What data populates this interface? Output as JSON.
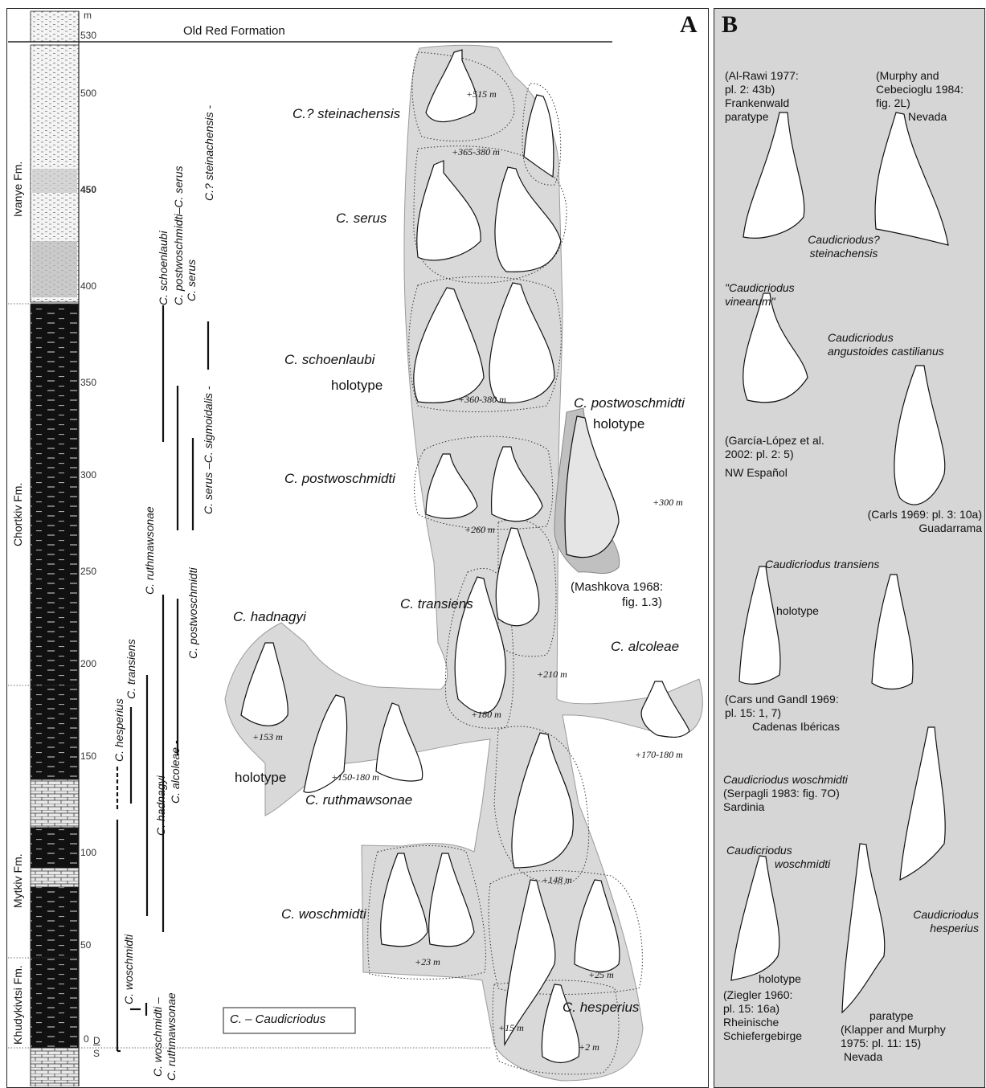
{
  "panels": {
    "a_letter": "A",
    "b_letter": "B"
  },
  "column": {
    "unit": "m",
    "ticks": [
      "530",
      "500",
      "450",
      "400",
      "350",
      "300",
      "250",
      "200",
      "150",
      "100",
      "50",
      "0"
    ],
    "boundary_upper": "D",
    "boundary_lower": "S",
    "top_unit": "Old Red Formation",
    "formations": [
      "Ivanye Fm.",
      "Chortkiv Fm.",
      "Mytkiv Fm.",
      "Khudykivtsi Fm."
    ]
  },
  "ranges": {
    "woschmidti": "C. woschmidti",
    "woschmidti_ruthmawsonae_1": "C. woschmidti –",
    "woschmidti_ruthmawsonae_2": "C. ruthmawsonae",
    "hesperius": "C. hesperius",
    "transiens": "C. transiens",
    "hadnagyi": "C. hadnagyi",
    "alcoleae": "C. alcoleae -",
    "ruthmawsonae": "C. ruthmawsonae",
    "postwoschmidti": "C. postwoschmidti",
    "schoenlaubi": "C. schoenlaubi",
    "postwoschmidti_serus": "C. postwoschmidti–C. serus",
    "serus": "C. serus",
    "serus_sigmoidalis": "C. serus –C. sigmoidalis -",
    "steinachensis": "C.? steinachensis -"
  },
  "legend": "C. – Caudicriodus",
  "taxa": {
    "steinachensis": "C.? steinachensis",
    "serus": "C. serus",
    "schoenlaubi": "C. schoenlaubi",
    "schoenlaubi_holo": "holotype",
    "postwoschmidti": "C. postwoschmidti",
    "postwoschmidti_right": "C. postwoschmidti",
    "postwoschmidti_holo": "holotype",
    "mashkova": "(Mashkova 1968:",
    "mashkova2": "fig. 1.3)",
    "transiens": "C. transiens",
    "hadnagyi": "C. hadnagyi",
    "alcoleae": "C. alcoleae",
    "ruthmawsonae": "C. ruthmawsonae",
    "ruthmawsonae_holo": "holotype",
    "woschmidti": "C. woschmidti",
    "hesperius": "C. hesperius"
  },
  "levels": {
    "l515": "+515 m",
    "l365": "+365-380 m",
    "l360": "+360-380 m",
    "l300": "+300 m",
    "l260": "+260 m",
    "l210": "+210 m",
    "l180": "+180 m",
    "l153": "+153 m",
    "l150": "+150-180 m",
    "l170": "+170-180 m",
    "l148": "+148 m",
    "l23": "+23 m",
    "l25": "+25 m",
    "l15": "+15 m",
    "l2": "+2 m"
  },
  "panel_b": {
    "alrawi": [
      "(Al-Rawi 1977:",
      "pl. 2: 43b)",
      "Frankenwald",
      "paratype"
    ],
    "murphy": [
      "(Murphy and",
      "Cebecioglu 1984:",
      "fig. 2L)",
      "Nevada"
    ],
    "steinach_name": [
      "Caudicriodus?",
      "steinachensis"
    ],
    "vinearum": [
      "\"Caudicriodus",
      "vinearum\""
    ],
    "angustoides": [
      "Caudicriodus",
      "angustoides castilianus"
    ],
    "garcia": [
      "(García-López et al.",
      "2002: pl. 2: 5)",
      "NW Español"
    ],
    "carls": [
      "(Carls 1969: pl. 3: 10a)",
      "Guadarrama"
    ],
    "transiens_name": "Caudicriodus transiens",
    "transiens_holo": "holotype",
    "cars": [
      "(Cars und Gandl 1969:",
      "pl. 15: 1, 7)",
      "Cadenas Ibéricas"
    ],
    "woschmidti_serpagli": [
      "Caudicriodus  woschmidti",
      "(Serpagli 1983: fig. 7O)",
      "Sardinia"
    ],
    "woschmidti_name": [
      "Caudicriodus",
      "woschmidti"
    ],
    "woschmidti_holo": "holotype",
    "ziegler": [
      "(Ziegler 1960:",
      "pl. 15: 16a)",
      "Rheinische",
      "Schiefergebirge"
    ],
    "hesperius_name": [
      "Caudicriodus",
      "hesperius"
    ],
    "hesperius_para": "paratype",
    "klapper": [
      "(Klapper and Murphy",
      "1975: pl. 11: 15)",
      "Nevada"
    ]
  }
}
